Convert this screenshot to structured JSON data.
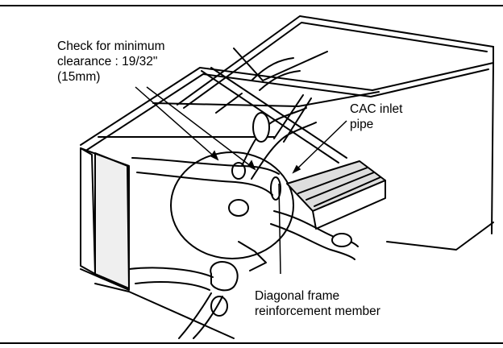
{
  "colors": {
    "ink": "#000000",
    "paper": "#ffffff",
    "shade": "#cfcfcf"
  },
  "callouts": {
    "clearance": "Check for minimum\nclearance : 19/32\"\n(15mm)",
    "cac_inlet": "CAC inlet\npipe",
    "diagonal_member": "Diagonal frame\nreinforcement member"
  }
}
